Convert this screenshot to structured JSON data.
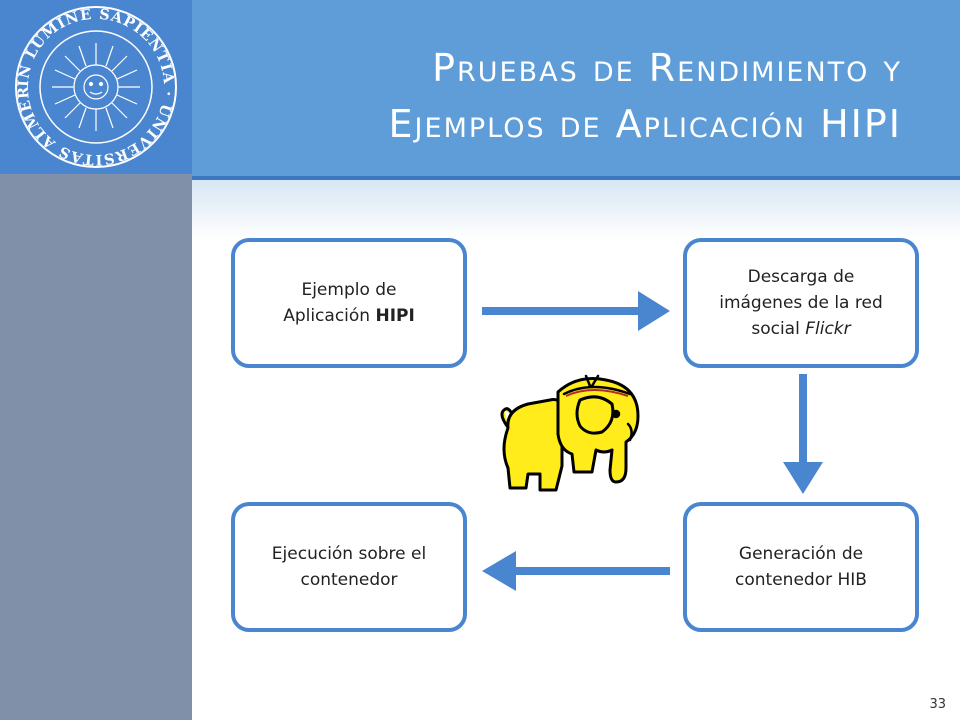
{
  "slide": {
    "title_line1": "Pruebas de Rendimiento y",
    "title_line2": "Ejemplos de Aplicación HIPI",
    "page_number": "33"
  },
  "logo": {
    "text": "IN LUMINE SAPIENTIA · UNIVERSITAS ALMERIENSIS"
  },
  "nodes": {
    "ejemplo": {
      "line1": "Ejemplo de",
      "line2_plain": "Aplicación ",
      "line2_bold": "HIPI"
    },
    "descarga": {
      "line1": "Descarga de",
      "line2": "imágenes de la red",
      "line3_plain": "social ",
      "line3_italic": "Flickr"
    },
    "generacion": {
      "line1": "Generación de",
      "line2": "contenedor HIB"
    },
    "ejecucion": {
      "line1": "Ejecución sobre el",
      "line2": "contenedor"
    }
  },
  "icons": {
    "elephant": "hadoop-elephant-icon"
  },
  "colors": {
    "header": "#5f9dd9",
    "logo_panel": "#4a86d0",
    "sidebar": "#7f90a8",
    "accent": "#4a86d0",
    "elephant": "#ffec1a"
  }
}
